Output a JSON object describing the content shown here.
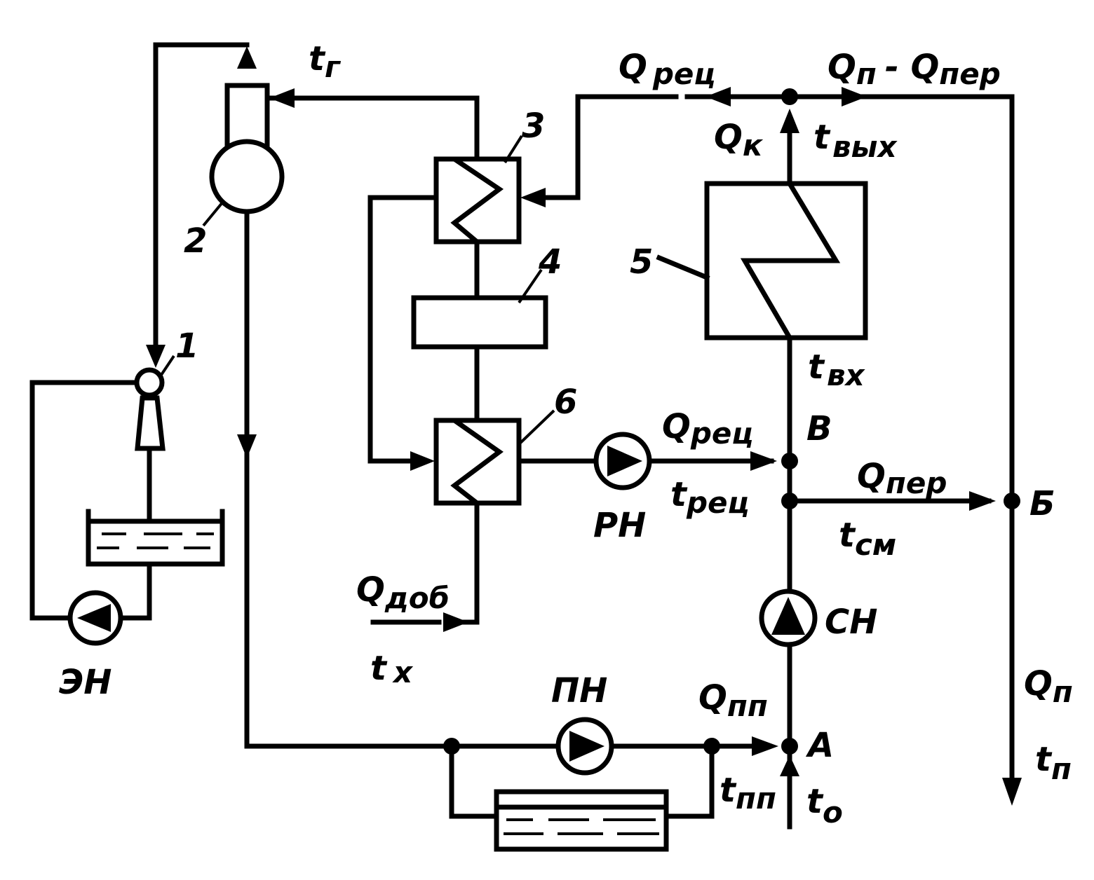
{
  "labels": {
    "t_g": "t",
    "t_g_sub": "г",
    "q_rec_top": "Q",
    "q_rec_top_sub": "рец",
    "qp_minus_qper": "Q",
    "qp_minus_qper_sub1": "п",
    "qp_minus_qper_mid": "- Q",
    "qp_minus_qper_sub2": "пер",
    "q_k": "Q",
    "q_k_sub": "к",
    "t_out": "t",
    "t_out_sub": "вых",
    "t_in": "t",
    "t_in_sub": "вх",
    "q_rec_mid": "Q",
    "q_rec_mid_sub": "рец",
    "t_rec": "t",
    "t_rec_sub": "рец",
    "q_per": "Q",
    "q_per_sub": "пер",
    "t_mix": "t",
    "t_mix_sub": "см",
    "q_add": "Q",
    "q_add_sub": "доб",
    "t_x": "t",
    "t_x_sub": "х",
    "q_pp": "Q",
    "q_pp_sub": "пп",
    "t_pp": "t",
    "t_pp_sub": "пп",
    "t_o": "t",
    "t_o_sub": "о",
    "q_p": "Q",
    "q_p_sub": "п",
    "t_p": "t",
    "t_p_sub": "п"
  },
  "nodes": {
    "a": "А",
    "b": "Б",
    "v": "В"
  },
  "pumps": {
    "en": "ЭН",
    "pn": "ПН",
    "rn": "РН",
    "sn": "СН"
  },
  "components": {
    "c1": "1",
    "c2": "2",
    "c3": "3",
    "c4": "4",
    "c5": "5",
    "c6": "6"
  }
}
